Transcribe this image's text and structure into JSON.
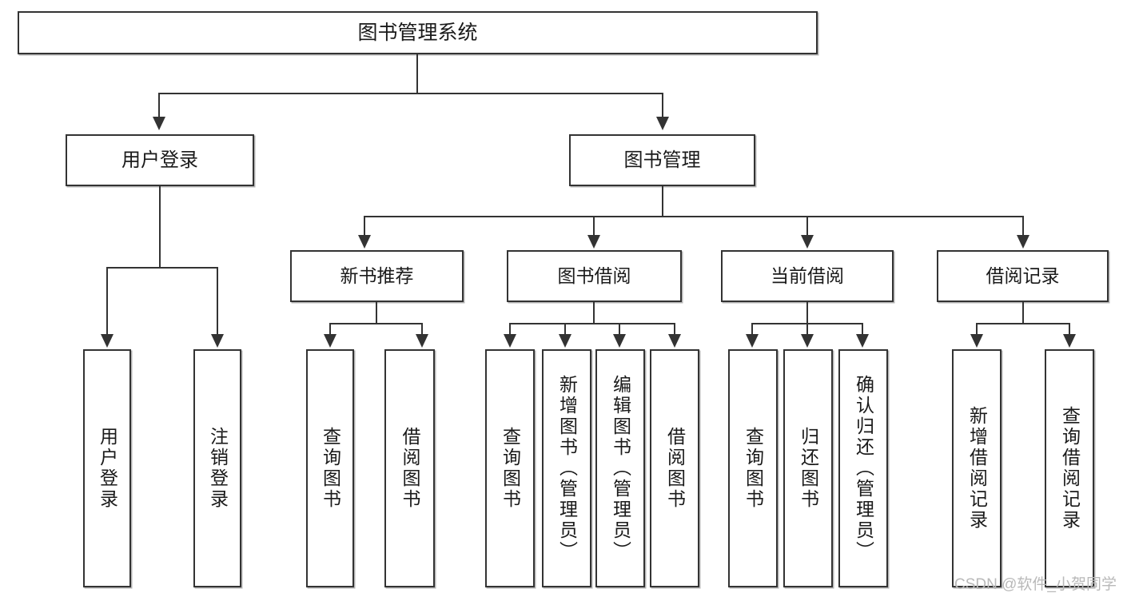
{
  "diagram": {
    "title": "图书管理系统",
    "watermark": "CSDN @软件_小贺同学",
    "colors": {
      "box_border": "#333333",
      "box_fill": "#ffffff",
      "connector": "#333333",
      "text": "#1a1a1a",
      "watermark": "#b9b9b9",
      "background": "#ffffff"
    }
  },
  "nodes": {
    "root": {
      "label": "图书管理系统"
    },
    "level1": [
      {
        "label": "用户登录"
      },
      {
        "label": "图书管理"
      }
    ],
    "level2": [
      {
        "label": "新书推荐"
      },
      {
        "label": "图书借阅"
      },
      {
        "label": "当前借阅"
      },
      {
        "label": "借阅记录"
      }
    ],
    "leaves": {
      "user_login": [
        {
          "label": "用户登录"
        },
        {
          "label": "注销登录"
        }
      ],
      "new_book_recommend": [
        {
          "label": "查询图书"
        },
        {
          "label": "借阅图书"
        }
      ],
      "book_borrow": [
        {
          "label": "查询图书"
        },
        {
          "label": "新增图书（管理员）"
        },
        {
          "label": "编辑图书（管理员）"
        },
        {
          "label": "借阅图书"
        }
      ],
      "current_borrow": [
        {
          "label": "查询图书"
        },
        {
          "label": "归还图书"
        },
        {
          "label": "确认归还（管理员）"
        }
      ],
      "borrow_record": [
        {
          "label": "新增借阅记录"
        },
        {
          "label": "查询借阅记录"
        }
      ]
    }
  }
}
